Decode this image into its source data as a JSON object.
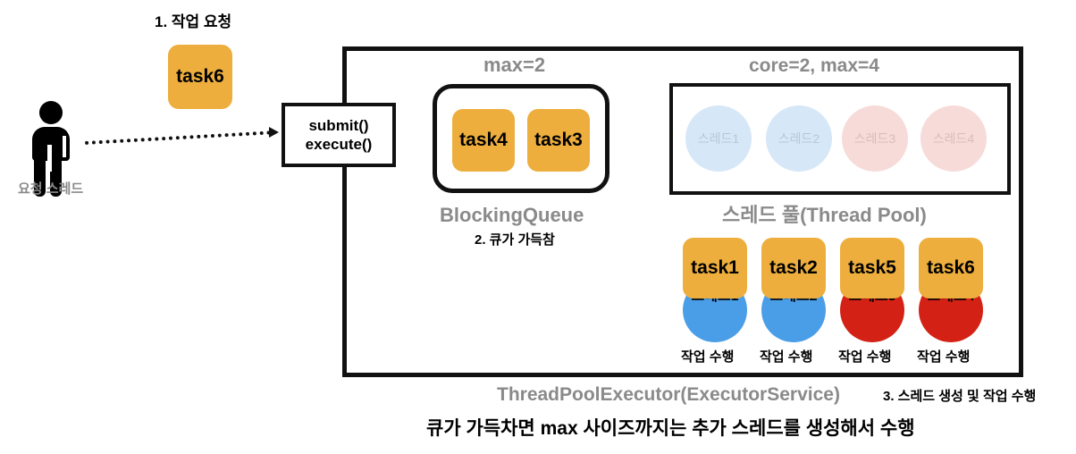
{
  "diagram": {
    "actor": {
      "label": "요청 스레드",
      "icon": "person-icon"
    },
    "step_labels": {
      "step1": "1. 작업 요청",
      "step2": "2. 큐가 가득참",
      "step3": "3. 스레드 생성 및 작업 수행"
    },
    "incoming_task": {
      "label": "task6"
    },
    "entry_box": {
      "line1": "submit()",
      "line2": "execute()"
    },
    "queue": {
      "capacity_label": "max=2",
      "title": "BlockingQueue",
      "tasks": [
        {
          "label": "task4"
        },
        {
          "label": "task3"
        }
      ]
    },
    "pool": {
      "config_label": "core=2, max=4",
      "title": "스레드 풀(Thread Pool)",
      "slots": [
        {
          "label": "스레드1",
          "state": "blue"
        },
        {
          "label": "스레드2",
          "state": "blue"
        },
        {
          "label": "스레드3",
          "state": "red"
        },
        {
          "label": "스레드4",
          "state": "red"
        }
      ]
    },
    "workers": [
      {
        "task": "task1",
        "thread": "스레드1",
        "state": "blue",
        "status": "작업 수행"
      },
      {
        "task": "task2",
        "thread": "스레드2",
        "state": "blue",
        "status": "작업 수행"
      },
      {
        "task": "task5",
        "thread": "스레드3",
        "state": "red",
        "status": "작업 수행"
      },
      {
        "task": "task6",
        "thread": "스레드4",
        "state": "red",
        "status": "작업 수행"
      }
    ],
    "executor_label": "ThreadPoolExecutor(ExecutorService)",
    "caption": "큐가 가득차면 max 사이즈까지는 추가 스레드를 생성해서 수행",
    "colors": {
      "task_orange": "#edae3d",
      "thread_blue": "#4a9ee8",
      "thread_red": "#d32215",
      "pool_idle_blue": "#d6e7f8",
      "pool_idle_red": "#f7dbd8",
      "label_gray": "#8a8a8a",
      "stroke_black": "#111111"
    }
  }
}
